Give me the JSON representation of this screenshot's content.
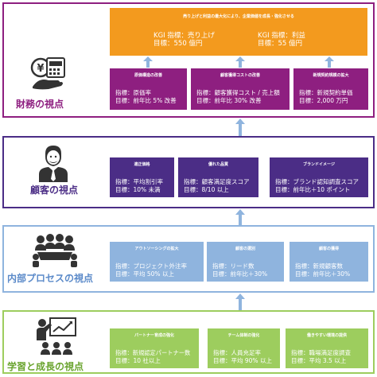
{
  "financial": {
    "label": "財務の視点",
    "goal": {
      "title": "売り上げと利益の最大化により、企業価値を成長・強化させる",
      "kgi": [
        {
          "indicator": "KGI 指標：売り上げ",
          "target": "目標：550 億円"
        },
        {
          "indicator": "KGI 指標：利益",
          "target": "目標：55 億円"
        }
      ]
    },
    "items": [
      {
        "title": "原価構造の改善",
        "indicator": "指標：原価率",
        "target": "目標：前年比 5% 改善"
      },
      {
        "title": "顧客獲得コストの改善",
        "indicator": "指標：顧客獲得コスト / 売上額",
        "target": "目標：前年比 30% 改善"
      },
      {
        "title": "新規契約規模の拡大",
        "indicator": "指標：新規契約単価",
        "target": "目標：2,000 万円"
      }
    ]
  },
  "customer": {
    "label": "顧客の視点",
    "items": [
      {
        "title": "適正価格",
        "indicator": "指標：平均割引率",
        "target": "目標：10% 未満"
      },
      {
        "title": "優れた品質",
        "indicator": "指標：顧客満足度スコア",
        "target": "目標：8/10 以上"
      },
      {
        "title": "ブランドイメージ",
        "indicator": "指標：ブランド認知調査スコア",
        "target": "目標：前年比＋10 ポイント"
      }
    ]
  },
  "process": {
    "label": "内部プロセスの視点",
    "items": [
      {
        "title": "アウトソーシングの拡大",
        "indicator": "指標：プロジェクト外注率",
        "target": "目標：平均 50% 以上"
      },
      {
        "title": "顧客の選別",
        "indicator": "指標：リード数",
        "target": "目標：前年比＋30%"
      },
      {
        "title": "顧客の獲得",
        "indicator": "指標：新規顧客数",
        "target": "目標：前年比＋30%"
      }
    ]
  },
  "learning": {
    "label": "学習と成長の視点",
    "items": [
      {
        "title": "パートナー育成の強化",
        "indicator": "指標：新規認定パートナー数",
        "target": "目標：10 社以上"
      },
      {
        "title": "チーム体制の強化",
        "indicator": "指標：人員充足率",
        "target": "目標：平均 90% 以上"
      },
      {
        "title": "働きやすい環境の提供",
        "indicator": "指標：職場満足度調査",
        "target": "目標：平均 3.5 以上"
      }
    ]
  },
  "colors": {
    "financial": "#8e1f80",
    "customer": "#4b2d86",
    "process": "#8fb4de",
    "learning": "#9dcd5e",
    "goal": "#f39a1e"
  }
}
